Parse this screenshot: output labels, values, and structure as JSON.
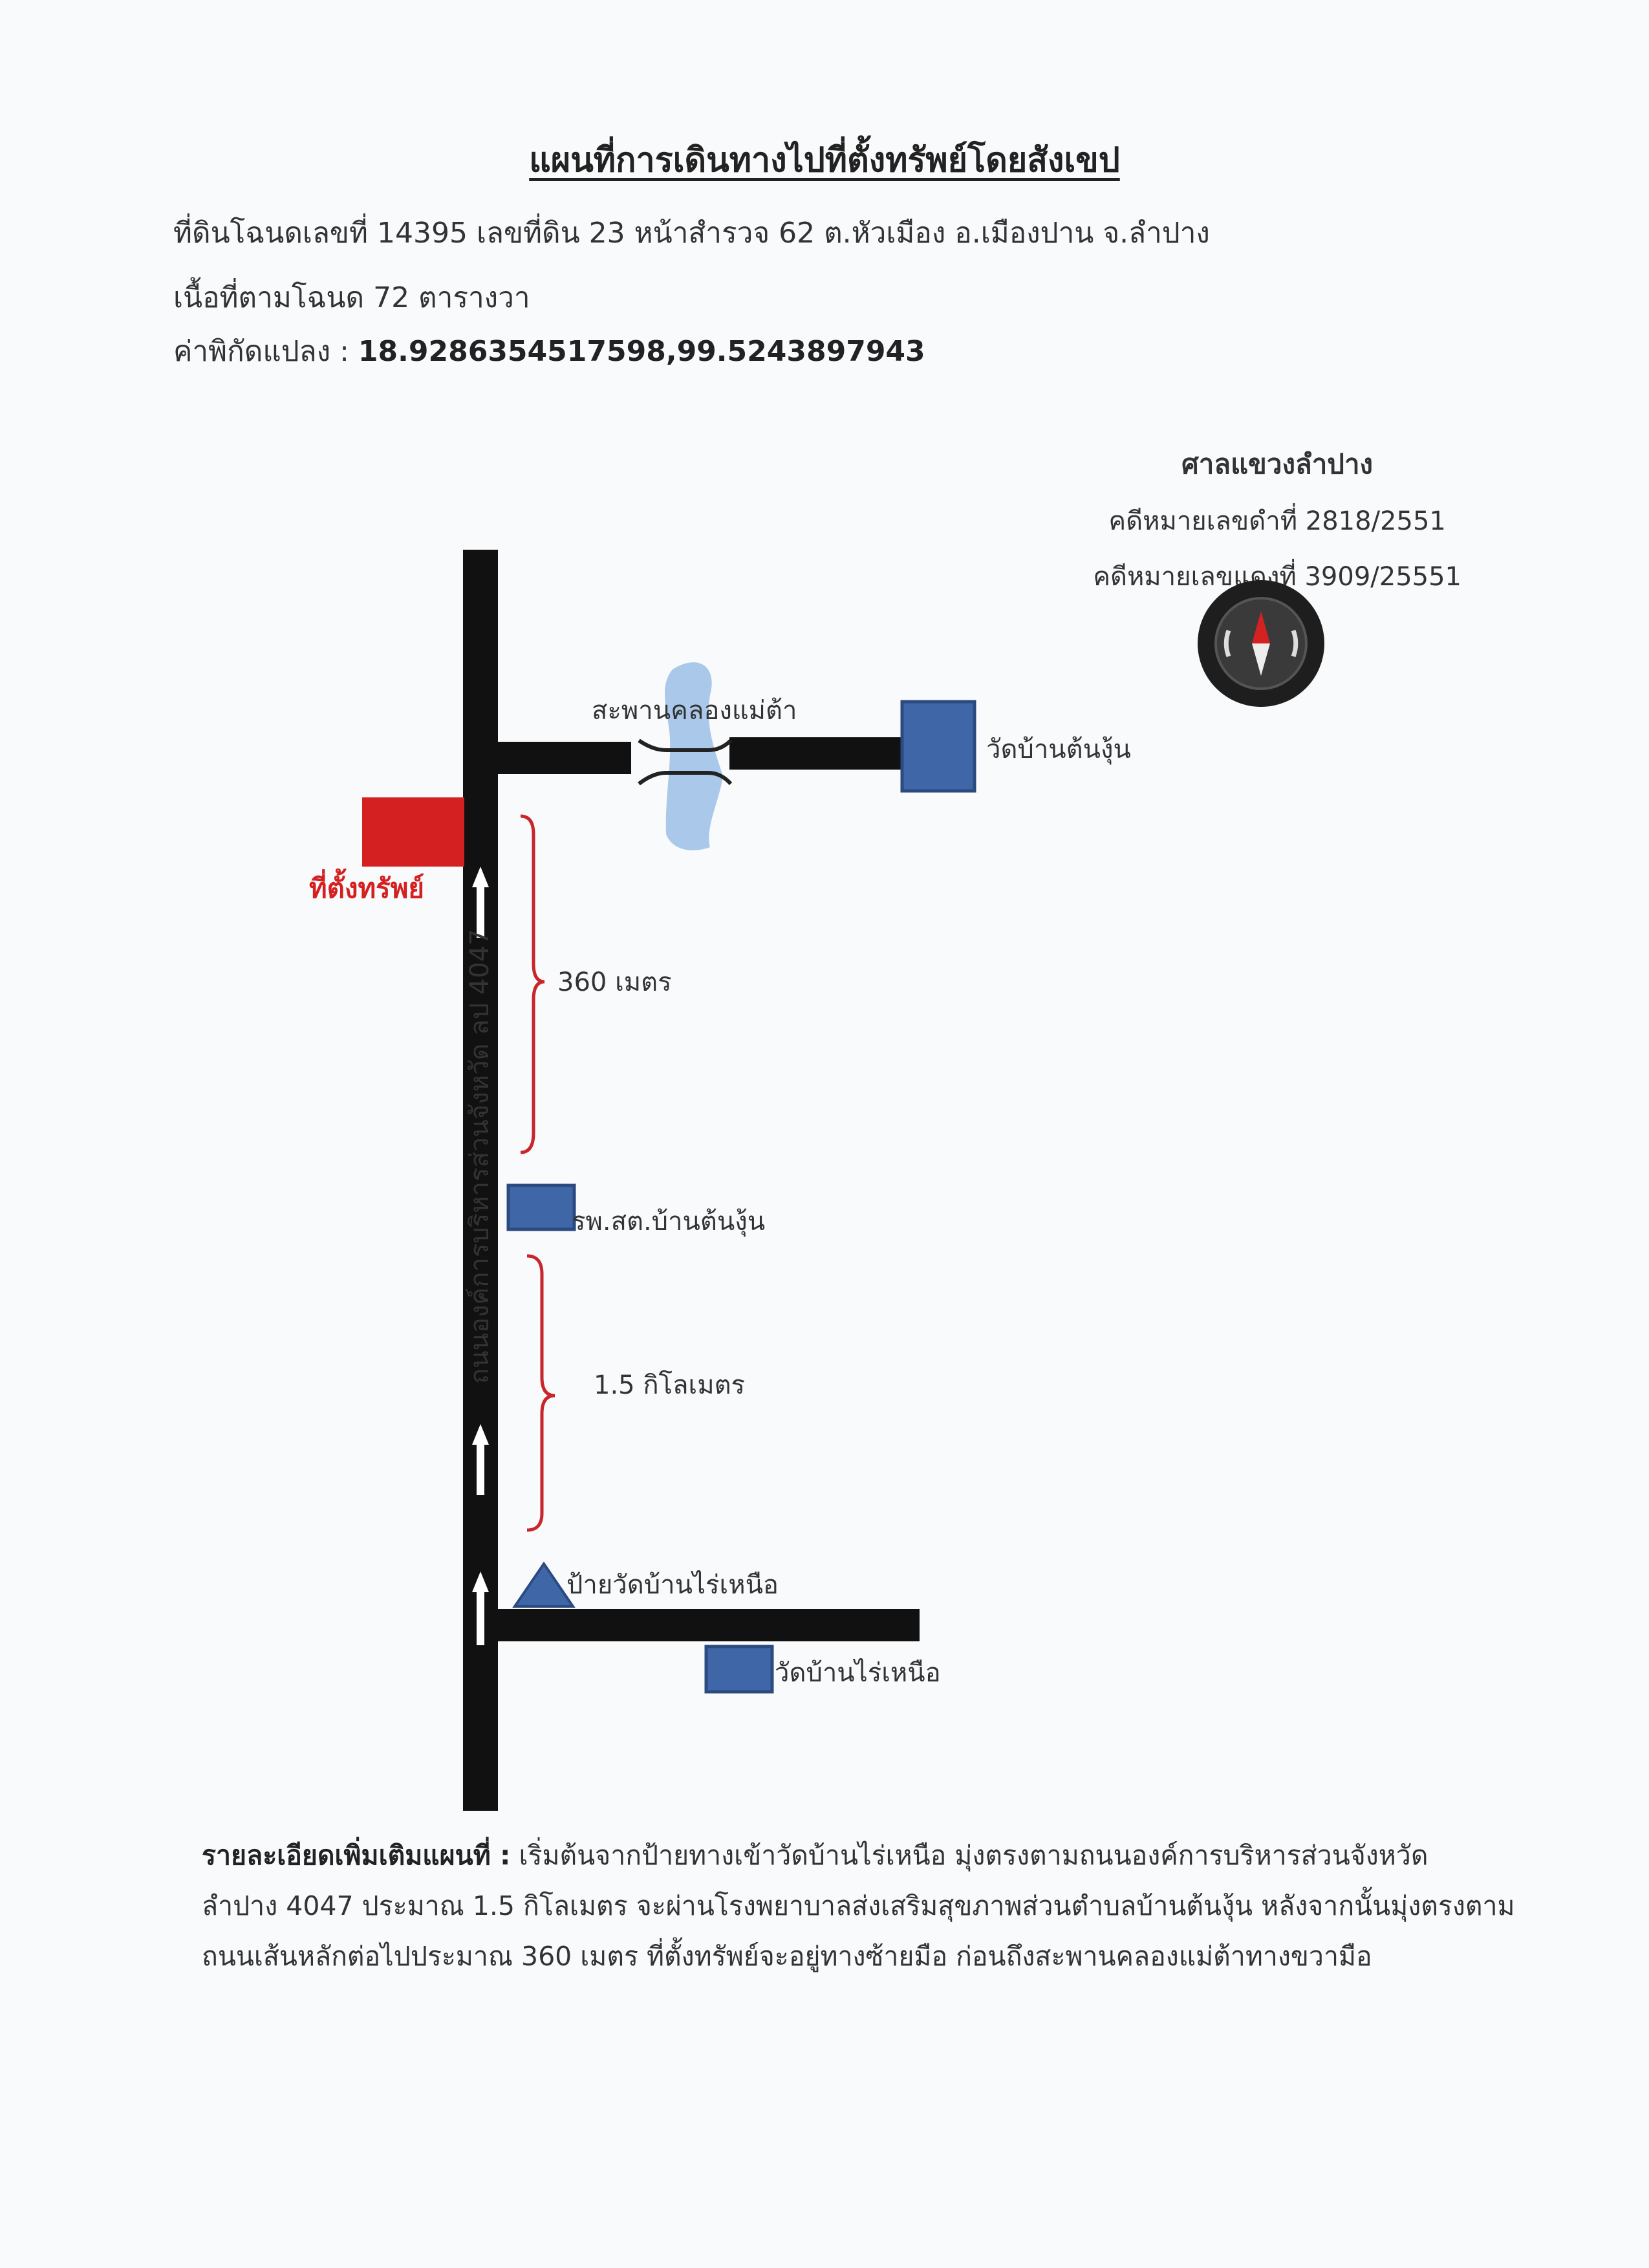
{
  "header": {
    "title": "แผนที่การเดินทางไปที่ตั้งทรัพย์โดยสังเขป",
    "deed_line": "ที่ดินโฉนดเลขที่ 14395 เลขที่ดิน 23 หน้าสำรวจ 62 ต.หัวเมือง อ.เมืองปาน จ.ลำปาง",
    "area_line": "เนื้อที่ตามโฉนด 72 ตารางวา",
    "coord_label": "ค่าพิกัดแปลง :",
    "coord_value": "18.9286354517598,99.5243897943"
  },
  "court": {
    "name": "ศาลแขวงลำปาง",
    "black_case": "คดีหมายเลขดำที่ 2818/2551",
    "red_case": "คดีหมายเลขแดงที่ 3909/25551"
  },
  "map": {
    "road_label": "ถนนองค์การบริหารส่วนจังหวัด ลป 4047",
    "bridge_label": "สะพานคลองแม่ต้า",
    "temple_top_label": "วัดบ้านต้นงุ้น",
    "property_label": "ที่ตั้งทรัพย์",
    "distance_top": "360 เมตร",
    "hospital_label": "รพ.สต.บ้านต้นงุ้น",
    "distance_bottom": "1.5 กิโลเมตร",
    "sign_label": "ป้ายวัดบ้านไร่เหนือ",
    "temple_bottom_label": "วัดบ้านไร่เหนือ",
    "icons": [
      "compass-icon",
      "arrow-up-icon",
      "triangle-sign-icon"
    ],
    "colors": {
      "road": "#111111",
      "property": "#d42020",
      "landmark": "#3f67a8",
      "water": "#a9c8ea",
      "brace": "#c8262b"
    }
  },
  "footer": {
    "label": "รายละเอียดเพิ่มเติมแผนที่ :",
    "line1": "เริ่มต้นจากป้ายทางเข้าวัดบ้านไร่เหนือ มุ่งตรงตามถนนองค์การบริหารส่วนจังหวัด",
    "line2": "ลำปาง 4047 ประมาณ 1.5 กิโลเมตร จะผ่านโรงพยาบาลส่งเสริมสุขภาพส่วนตำบลบ้านต้นงุ้น หลังจากนั้นมุ่งตรงตาม",
    "line3": "ถนนเส้นหลักต่อไปประมาณ 360 เมตร ที่ตั้งทรัพย์จะอยู่ทางซ้ายมือ ก่อนถึงสะพานคลองแม่ต้าทางขวามือ"
  }
}
